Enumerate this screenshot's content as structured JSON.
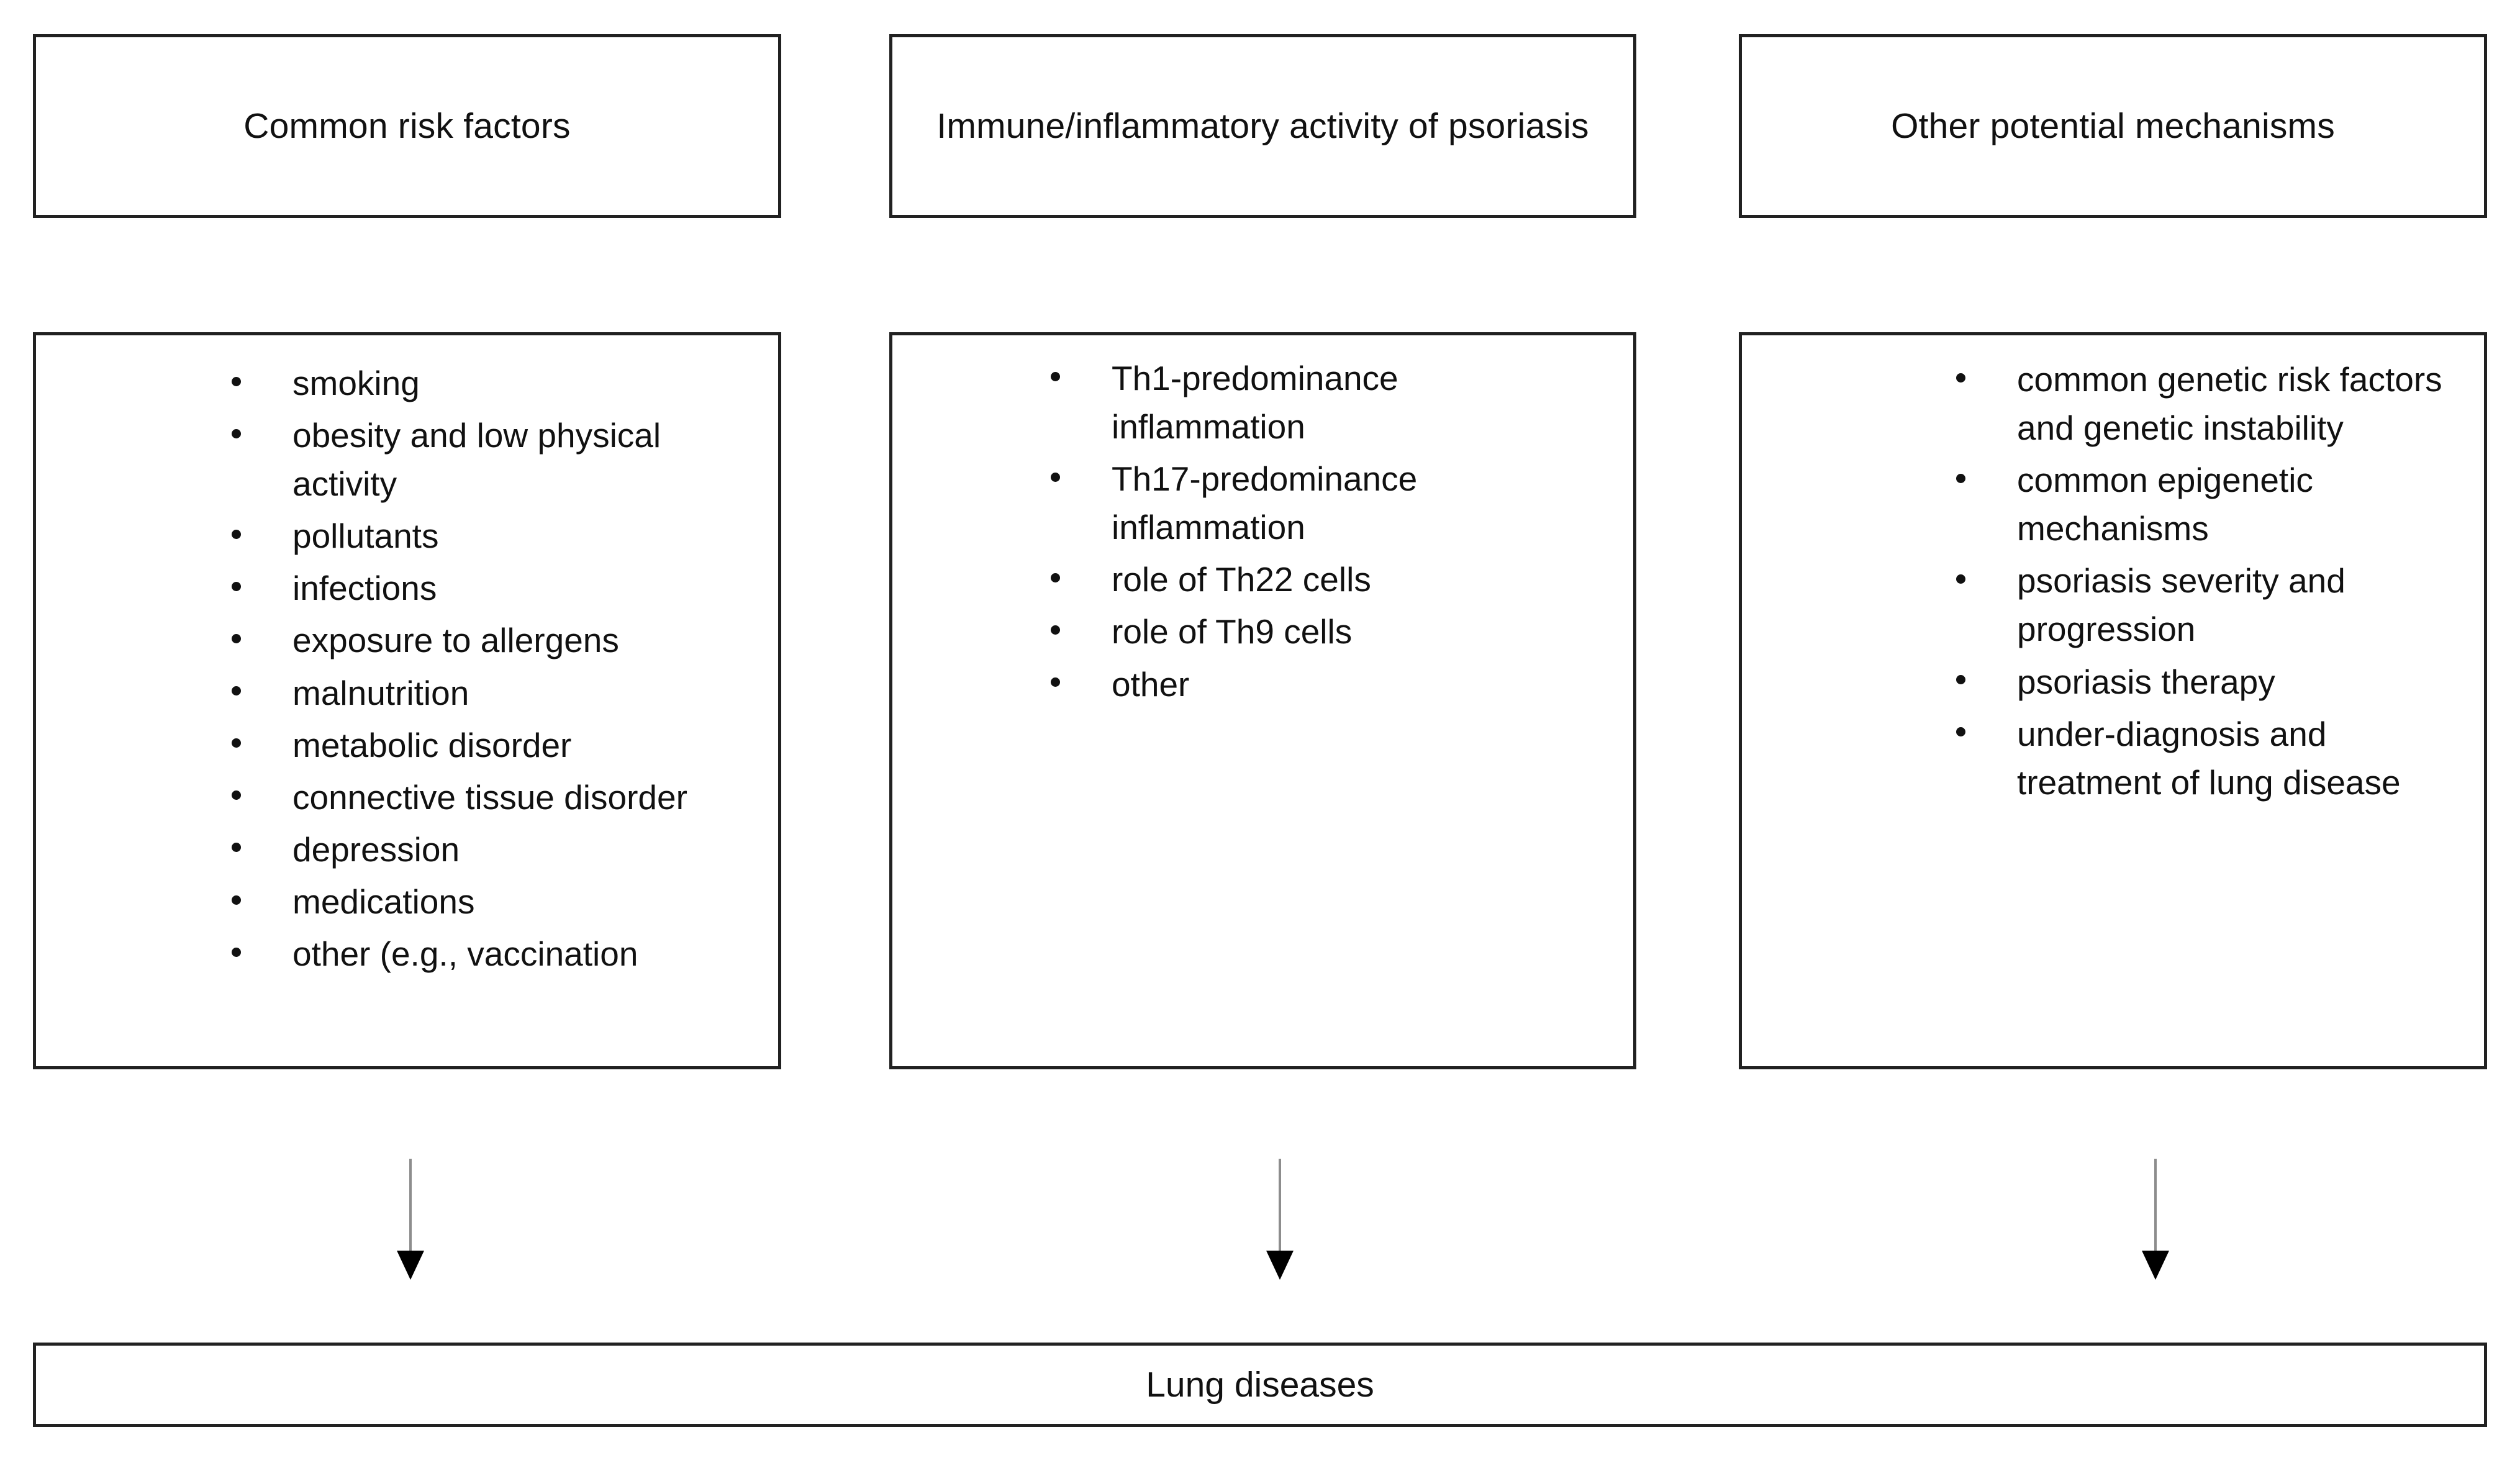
{
  "diagram": {
    "columns": [
      {
        "header": "Common risk factors",
        "items": [
          "smoking",
          "obesity and low physical activity",
          "pollutants",
          "infections",
          "exposure to allergens",
          "malnutrition",
          "metabolic disorder",
          "connective tissue disorder",
          "depression",
          "medications",
          "other (e.g., vaccination"
        ]
      },
      {
        "header": "Immune/inflammatory activity of psoriasis",
        "items": [
          "Th1-predominance inflammation",
          "Th17-predominance inflammation",
          "role of Th22 cells",
          "role of Th9 cells",
          "other"
        ]
      },
      {
        "header": "Other potential mechanisms",
        "items": [
          "common genetic risk factors and genetic instability",
          "common epigenetic mechanisms",
          "psoriasis severity and progression",
          "psoriasis therapy",
          "under-diagnosis and treatment of lung disease"
        ]
      }
    ],
    "outcome": "Lung diseases",
    "arrows": [
      {
        "name": "arrow-down-column-1"
      },
      {
        "name": "arrow-down-column-2"
      },
      {
        "name": "arrow-down-column-3"
      }
    ],
    "colors": {
      "border": "#212121",
      "text": "#111111",
      "arrow_shaft": "#8d8d8d",
      "arrow_head": "#000000",
      "background": "#ffffff"
    }
  }
}
